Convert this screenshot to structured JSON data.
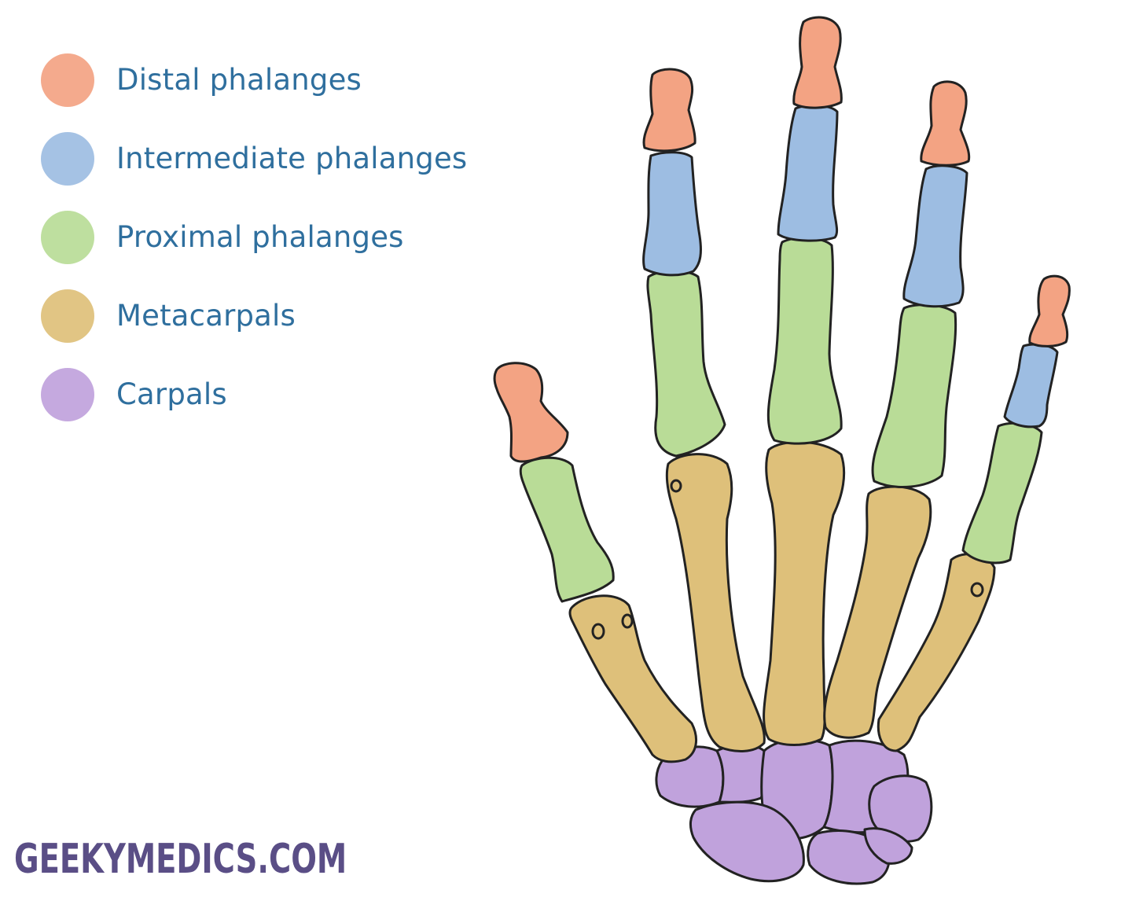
{
  "legend": {
    "items": [
      {
        "label": "Distal phalanges",
        "color": "#f3a383",
        "part": "distal"
      },
      {
        "label": "Intermediate phalanges",
        "color": "#9dbde2",
        "part": "intermediate"
      },
      {
        "label": "Proximal phalanges",
        "color": "#b9dc97",
        "part": "proximal"
      },
      {
        "label": "Metacarpals",
        "color": "#dec07a",
        "part": "metacarpal"
      },
      {
        "label": "Carpals",
        "color": "#c0a2dc",
        "part": "carpal"
      }
    ]
  },
  "watermark": "GEEKYMEDICS.COM",
  "colors": {
    "label_text": "#2f6f9e",
    "watermark": "#5a4e86",
    "outline": "#222222"
  }
}
